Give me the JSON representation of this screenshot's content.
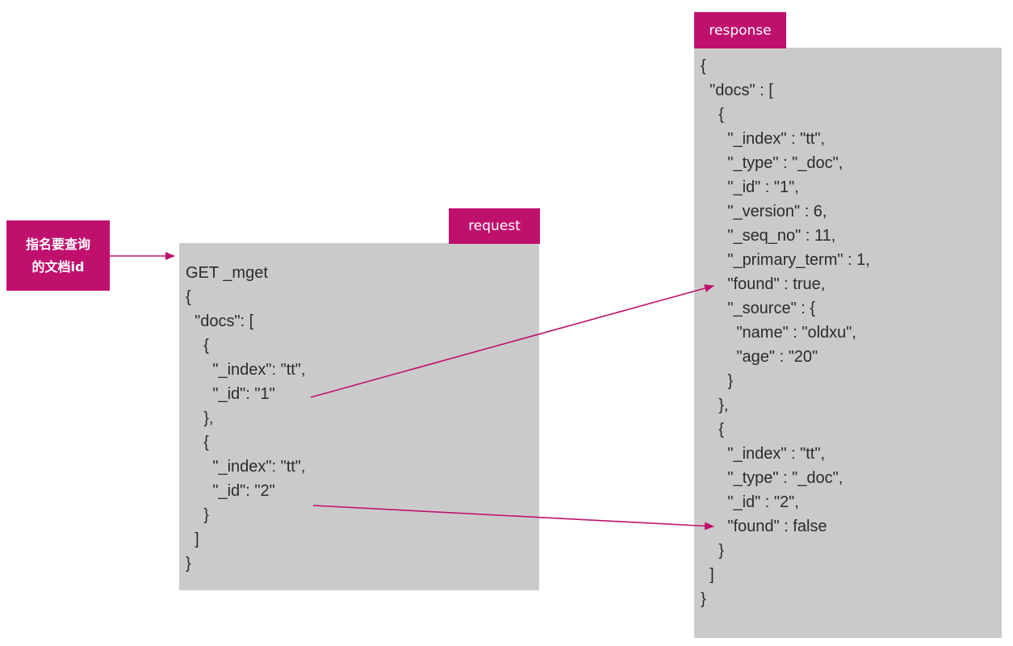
{
  "label": {
    "lines": [
      "指名要查询",
      "的文档id"
    ]
  },
  "request": {
    "tag": "request",
    "lines": [
      "GET _mget",
      "{",
      "  \"docs\": [",
      "    {",
      "      \"_index\": \"tt\",",
      "      \"_id\": \"1\"",
      "    },",
      "    {",
      "      \"_index\": \"tt\",",
      "      \"_id\": \"2\"",
      "    }",
      "  ]",
      "}"
    ]
  },
  "response": {
    "tag": "response",
    "lines": [
      "{",
      "  \"docs\" : [",
      "    {",
      "      \"_index\" : \"tt\",",
      "      \"_type\" : \"_doc\",",
      "      \"_id\" : \"1\",",
      "      \"_version\" : 6,",
      "      \"_seq_no\" : 11,",
      "      \"_primary_term\" : 1,",
      "      \"found\" : true,",
      "      \"_source\" : {",
      "        \"name\" : \"oldxu\",",
      "        \"age\" : \"20\"",
      "      }",
      "    },",
      "    {",
      "      \"_index\" : \"tt\",",
      "      \"_type\" : \"_doc\",",
      "      \"_id\" : \"2\",",
      "      \"found\" : false",
      "    }",
      "  ]",
      "}"
    ]
  },
  "colors": {
    "accent": "#c0106e",
    "box": "#cbcacb",
    "text": "#2b2b2b"
  }
}
